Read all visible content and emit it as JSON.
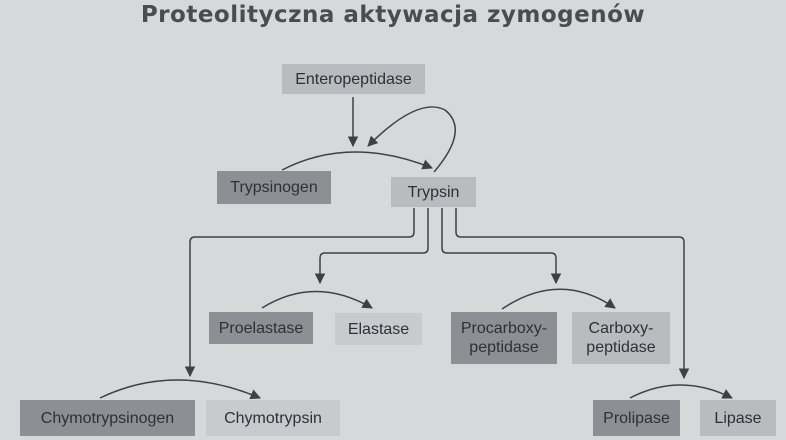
{
  "title": "Proteolityczna  aktywacja zymogenów",
  "nodes": {
    "enteropeptidase": "Enteropeptidase",
    "trypsinogen": "Trypsinogen",
    "trypsin": "Trypsin",
    "proelastase": "Proelastase",
    "elastase": "Elastase",
    "procarboxypeptidase": "Procarboxy-\npeptidase",
    "carboxypeptidase": "Carboxy-\npeptidase",
    "chymotrypsinogen": "Chymotrypsinogen",
    "chymotrypsin": "Chymotrypsin",
    "prolipase": "Prolipase",
    "lipase": "Lipase"
  },
  "colors": {
    "zymogen": "#8d8f94",
    "active": "#b9bbbf",
    "arrow": "#3e4046",
    "background": "#d7d8da"
  }
}
